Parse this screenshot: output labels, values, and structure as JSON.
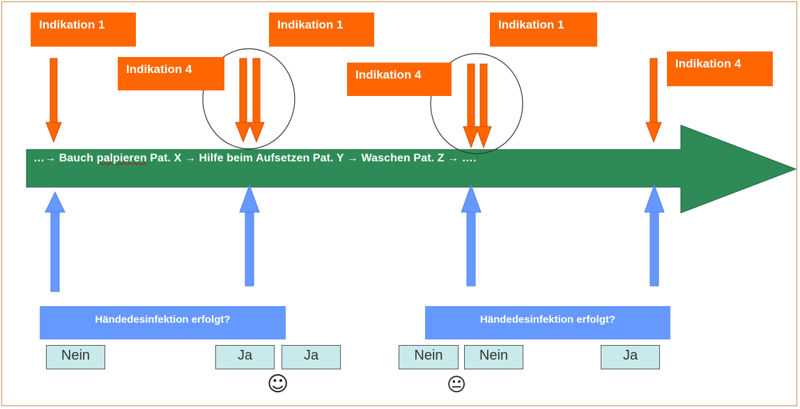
{
  "indications": [
    {
      "label": "Indikation 1"
    },
    {
      "label": "Indikation 4"
    },
    {
      "label": "Indikation 1"
    },
    {
      "label": "Indikation 4"
    },
    {
      "label": "Indikation 1"
    },
    {
      "label": "Indikation 4"
    }
  ],
  "flow": {
    "start": "…→ Bauch ",
    "misspelled": "palpieren",
    "rest": " Pat. X → Hilfe beim Aufsetzen Pat. Y → Waschen Pat. Z → …."
  },
  "questions": [
    {
      "label": "Händedesinfektion erfolgt?"
    },
    {
      "label": "Händedesinfektion erfolgt?"
    }
  ],
  "answers": [
    {
      "label": "Nein"
    },
    {
      "label": "Ja"
    },
    {
      "label": "Ja"
    },
    {
      "label": "Nein"
    },
    {
      "label": "Nein"
    },
    {
      "label": "Ja"
    }
  ],
  "faces": {
    "smile": "☺",
    "neutral": "😐"
  },
  "colors": {
    "indication": "#ff6600",
    "flow_arrow": "#2e8b57",
    "hand_arrow": "#6699ff",
    "question": "#6699ff",
    "answer": "#c9eaea"
  }
}
